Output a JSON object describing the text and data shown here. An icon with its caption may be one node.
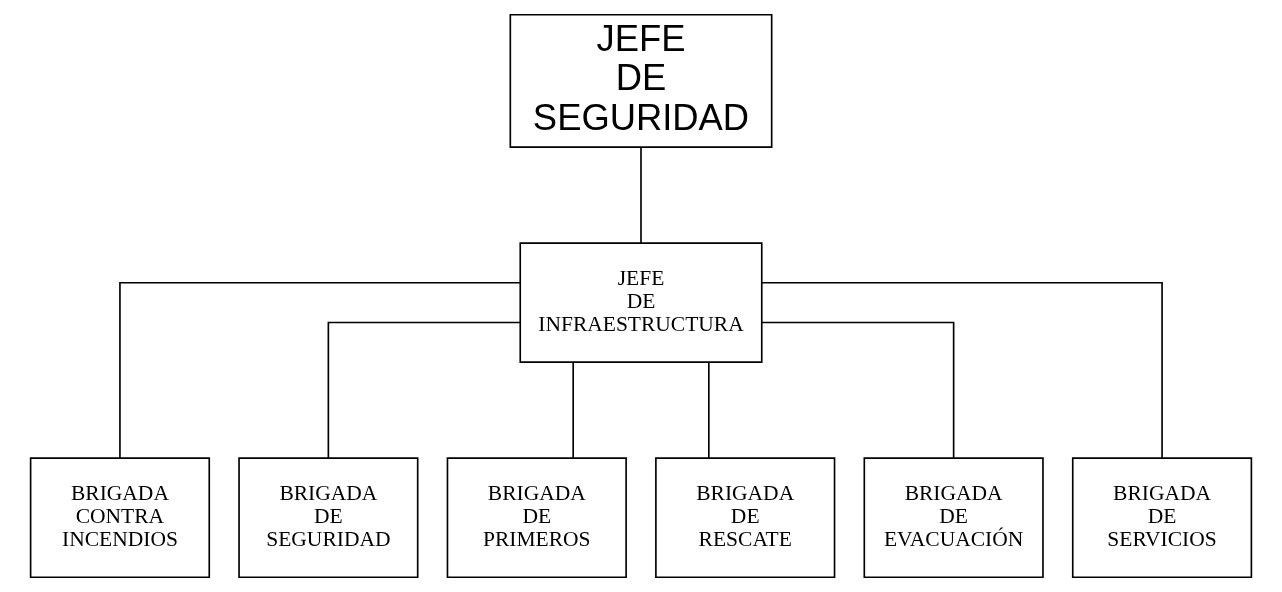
{
  "diagram": {
    "nodes": [
      {
        "text": [
          "JEFE DE SEGURIDAD"
        ]
      },
      {
        "text": [
          "JEFE DE INFRAESTRUCTURA"
        ]
      },
      {
        "text": [
          "BRIGADA CONTRA INCENDIOS"
        ]
      },
      {
        "text": [
          "BRIGADA DE SEGURIDAD"
        ]
      },
      {
        "text": [
          "BRIGADA DE PRIMEROS"
        ]
      },
      {
        "text": [
          "BRIGADA DE RESCATE"
        ]
      },
      {
        "text": [
          "BRIGADA DE EVACUACIÓN"
        ]
      },
      {
        "text": [
          "BRIGADA DE SERVICIOS"
        ]
      }
    ],
    "edges": [
      {
        "from": 0,
        "to": 1,
        "arrow": "none"
      },
      {
        "from": 1,
        "to": 2,
        "arrow": "none"
      },
      {
        "from": 1,
        "to": 3,
        "arrow": "none"
      },
      {
        "from": 1,
        "to": 4,
        "arrow": "none"
      },
      {
        "from": 1,
        "to": 5,
        "arrow": "none"
      },
      {
        "from": 1,
        "to": 6,
        "arrow": "none"
      },
      {
        "from": 1,
        "to": 7,
        "arrow": "none"
      }
    ]
  }
}
